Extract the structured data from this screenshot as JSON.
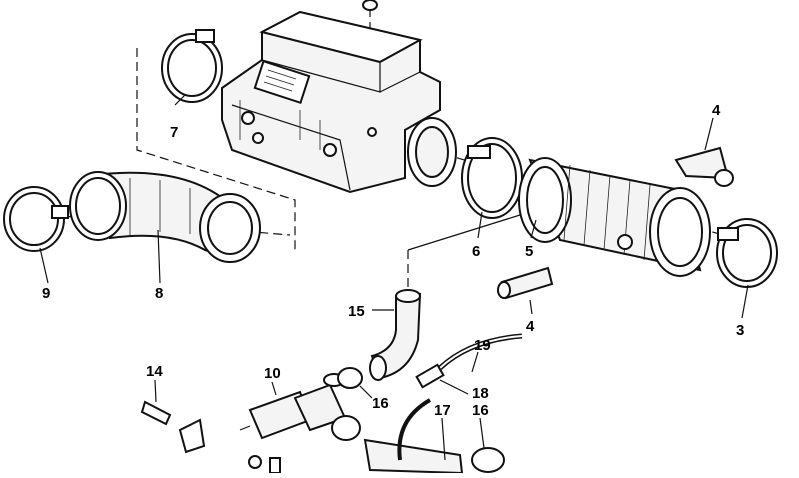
{
  "diagram": {
    "callouts": [
      {
        "id": "label-7",
        "text": "7"
      },
      {
        "id": "label-4a",
        "text": "4"
      },
      {
        "id": "label-6",
        "text": "6"
      },
      {
        "id": "label-5",
        "text": "5"
      },
      {
        "id": "label-9",
        "text": "9"
      },
      {
        "id": "label-8",
        "text": "8"
      },
      {
        "id": "label-3",
        "text": "3"
      },
      {
        "id": "label-15",
        "text": "15"
      },
      {
        "id": "label-4b",
        "text": "4"
      },
      {
        "id": "label-19",
        "text": "19"
      },
      {
        "id": "label-14",
        "text": "14"
      },
      {
        "id": "label-10",
        "text": "10"
      },
      {
        "id": "label-18",
        "text": "18"
      },
      {
        "id": "label-16a",
        "text": "16"
      },
      {
        "id": "label-17",
        "text": "17"
      },
      {
        "id": "label-16b",
        "text": "16"
      }
    ]
  }
}
